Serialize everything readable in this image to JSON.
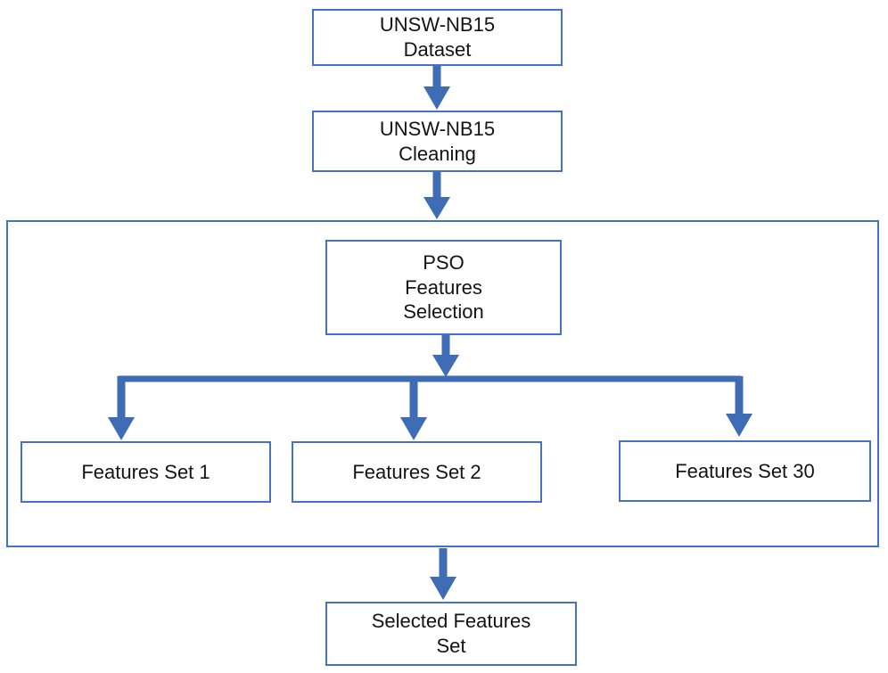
{
  "figure": {
    "type": "flowchart",
    "description": "PSO-based feature selection workflow for the UNSW-NB15 dataset"
  },
  "colors": {
    "arrow": "#3E6CB5",
    "box_border": "#4472C4",
    "text": "#141414",
    "background": "#ffffff"
  },
  "nodes": {
    "dataset": {
      "label": "UNSW-NB15\nDataset"
    },
    "cleaning": {
      "label": "UNSW-NB15\nCleaning"
    },
    "pso": {
      "label": "PSO\nFeatures\nSelection"
    },
    "fs1": {
      "label": "Features Set 1"
    },
    "fs2": {
      "label": "Features Set 2"
    },
    "fs30": {
      "label": "Features Set 30"
    },
    "selected": {
      "label": "Selected Features\nSet"
    }
  },
  "edges": [
    {
      "from": "dataset",
      "to": "cleaning"
    },
    {
      "from": "cleaning",
      "to": "pso"
    },
    {
      "from": "pso",
      "to": "fs1"
    },
    {
      "from": "pso",
      "to": "fs2"
    },
    {
      "from": "pso",
      "to": "fs30"
    },
    {
      "from": "pso-container",
      "to": "selected"
    }
  ]
}
